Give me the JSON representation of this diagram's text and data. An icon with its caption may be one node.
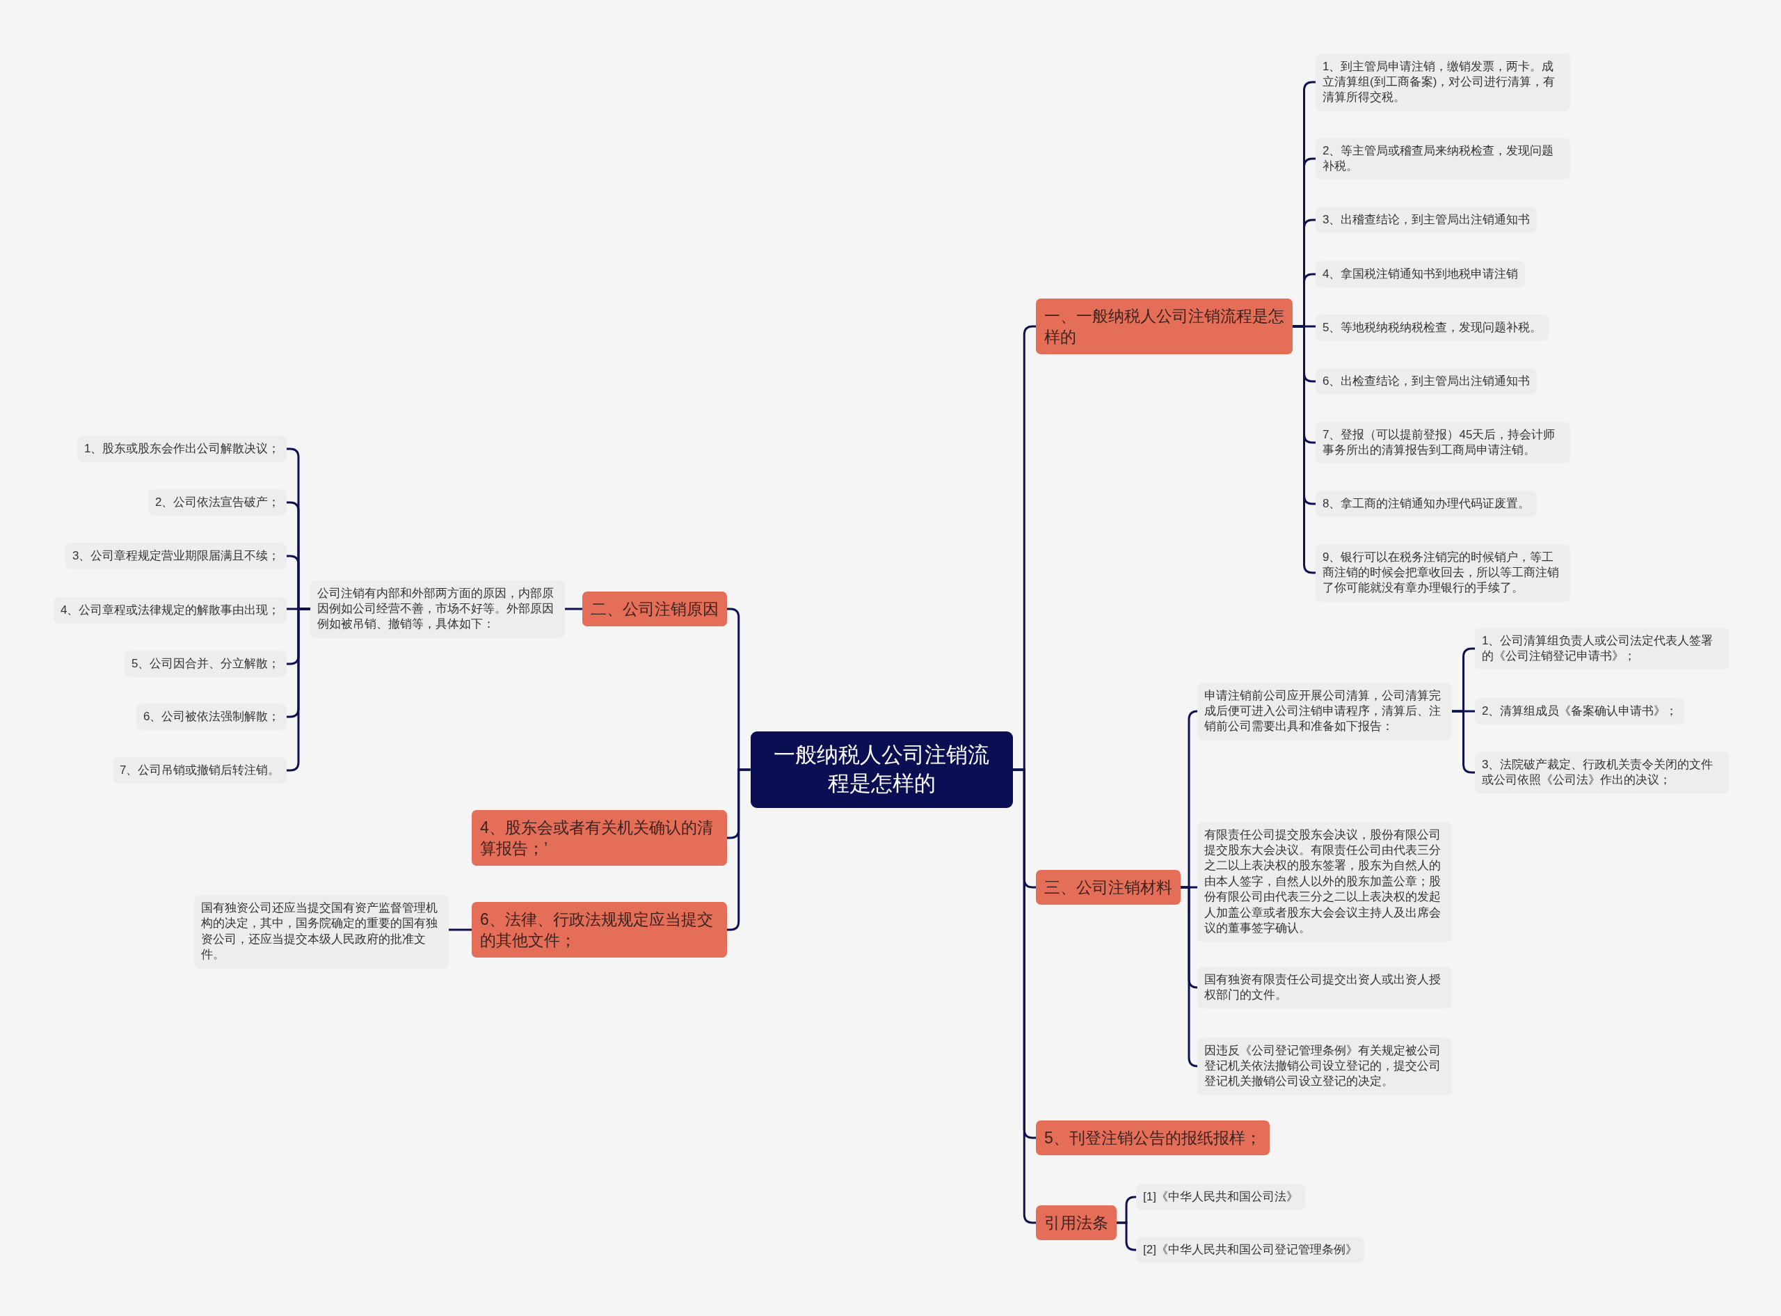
{
  "diagram": {
    "nodes": [
      {
        "text": [
          "一般纳税人公司注销流程是怎样的"
        ]
      },
      {
        "text": [
          "一、一般纳税人公司注销流程是怎样的"
        ]
      },
      {
        "text": [
          "1、到主管局申请注销，缴销发票，两卡。成立清算组(到工商备案)，对公司进行清算，有清算所得交税。"
        ]
      },
      {
        "text": [
          "2、等主管局或稽查局来纳税检查，发现问题补税。"
        ]
      },
      {
        "text": [
          "3、出稽查结论，到主管局出注销通知书"
        ]
      },
      {
        "text": [
          "4、拿国税注销通知书到地税申请注销"
        ]
      },
      {
        "text": [
          "5、等地税纳税纳税检查，发现问题补税。"
        ]
      },
      {
        "text": [
          "6、出检查结论，到主管局出注销通知书"
        ]
      },
      {
        "text": [
          "7、登报（可以提前登报）45天后，持会计师事务所出的清算报告到工商局申请注销。"
        ]
      },
      {
        "text": [
          "8、拿工商的注销通知办理代码证废置。"
        ]
      },
      {
        "text": [
          "9、银行可以在税务注销完的时候销户，等工商注销的时候会把章收回去，所以等工商注销了你可能就没有章办理银行的手续了。"
        ]
      },
      {
        "text": [
          "三、公司注销材料"
        ]
      },
      {
        "text": [
          "申请注销前公司应开展公司清算，公司清算完成后便可进入公司注销申请程序，清算后、注销前公司需要出具和准备如下报告："
        ]
      },
      {
        "text": [
          "1、公司清算组负责人或公司法定代表人签署的《公司注销登记申请书》；"
        ]
      },
      {
        "text": [
          "2、清算组成员《备案确认申请书》；"
        ]
      },
      {
        "text": [
          "3、法院破产裁定、行政机关责令关闭的文件或公司依照《公司法》作出的决议；"
        ]
      },
      {
        "text": [
          "有限责任公司提交股东会决议，股份有限公司提交股东大会决议。有限责任公司由代表三分之二以上表决权的股东签署，股东为自然人的由本人签字，自然人以外的股东加盖公章；股份有限公司由代表三分之二以上表决权的发起人加盖公章或者股东大会会议主持人及出席会议的董事签字确认。"
        ]
      },
      {
        "text": [
          "国有独资有限责任公司提交出资人或出资人授权部门的文件。"
        ]
      },
      {
        "text": [
          "因违反《公司登记管理条例》有关规定被公司登记机关依法撤销公司设立登记的，提交公司登记机关撤销公司设立登记的决定。"
        ]
      },
      {
        "text": [
          "5、刊登注销公告的报纸报样；"
        ]
      },
      {
        "text": [
          "引用法条"
        ]
      },
      {
        "text": [
          "[1]《中华人民共和国公司法》"
        ]
      },
      {
        "text": [
          "[2]《中华人民共和国公司登记管理条例》"
        ]
      },
      {
        "text": [
          "二、公司注销原因"
        ]
      },
      {
        "text": [
          "公司注销有内部和外部两方面的原因，内部原因例如公司经营不善，市场不好等。外部原因例如被吊销、撤销等，具体如下："
        ]
      },
      {
        "text": [
          "1、股东或股东会作出公司解散决议；"
        ]
      },
      {
        "text": [
          "2、公司依法宣告破产；"
        ]
      },
      {
        "text": [
          "3、公司章程规定营业期限届满且不续；"
        ]
      },
      {
        "text": [
          "4、公司章程或法律规定的解散事由出现；"
        ]
      },
      {
        "text": [
          "5、公司因合并、分立解散；"
        ]
      },
      {
        "text": [
          "6、公司被依法强制解散；"
        ]
      },
      {
        "text": [
          "7、公司吊销或撤销后转注销。"
        ]
      },
      {
        "text": [
          "4、股东会或者有关机关确认的清算报告；’"
        ]
      },
      {
        "text": [
          "6、法律、行政法规规定应当提交的其他文件；"
        ]
      },
      {
        "text": [
          "国有独资公司还应当提交国有资产监督管理机构的决定，其中，国务院确定的重要的国有独资公司，还应当提交本级人民政府的批准文件。"
        ]
      }
    ],
    "edges": [
      {
        "from": 0,
        "to": 1,
        "arrow": "none"
      },
      {
        "from": 1,
        "to": 2,
        "arrow": "none"
      },
      {
        "from": 1,
        "to": 3,
        "arrow": "none"
      },
      {
        "from": 1,
        "to": 4,
        "arrow": "none"
      },
      {
        "from": 1,
        "to": 5,
        "arrow": "none"
      },
      {
        "from": 1,
        "to": 6,
        "arrow": "none"
      },
      {
        "from": 1,
        "to": 7,
        "arrow": "none"
      },
      {
        "from": 1,
        "to": 8,
        "arrow": "none"
      },
      {
        "from": 1,
        "to": 9,
        "arrow": "none"
      },
      {
        "from": 1,
        "to": 10,
        "arrow": "none"
      },
      {
        "from": 0,
        "to": 11,
        "arrow": "none"
      },
      {
        "from": 11,
        "to": 12,
        "arrow": "none"
      },
      {
        "from": 12,
        "to": 13,
        "arrow": "none"
      },
      {
        "from": 12,
        "to": 14,
        "arrow": "none"
      },
      {
        "from": 12,
        "to": 15,
        "arrow": "none"
      },
      {
        "from": 11,
        "to": 16,
        "arrow": "none"
      },
      {
        "from": 11,
        "to": 17,
        "arrow": "none"
      },
      {
        "from": 11,
        "to": 18,
        "arrow": "none"
      },
      {
        "from": 0,
        "to": 19,
        "arrow": "none"
      },
      {
        "from": 0,
        "to": 20,
        "arrow": "none"
      },
      {
        "from": 20,
        "to": 21,
        "arrow": "none"
      },
      {
        "from": 20,
        "to": 22,
        "arrow": "none"
      },
      {
        "from": 0,
        "to": 23,
        "arrow": "none"
      },
      {
        "from": 23,
        "to": 24,
        "arrow": "none"
      },
      {
        "from": 24,
        "to": 25,
        "arrow": "none"
      },
      {
        "from": 24,
        "to": 26,
        "arrow": "none"
      },
      {
        "from": 24,
        "to": 27,
        "arrow": "none"
      },
      {
        "from": 24,
        "to": 28,
        "arrow": "none"
      },
      {
        "from": 24,
        "to": 29,
        "arrow": "none"
      },
      {
        "from": 24,
        "to": 30,
        "arrow": "none"
      },
      {
        "from": 24,
        "to": 31,
        "arrow": "none"
      },
      {
        "from": 0,
        "to": 32,
        "arrow": "none"
      },
      {
        "from": 0,
        "to": 33,
        "arrow": "none"
      },
      {
        "from": 33,
        "to": 34,
        "arrow": "none"
      }
    ]
  }
}
